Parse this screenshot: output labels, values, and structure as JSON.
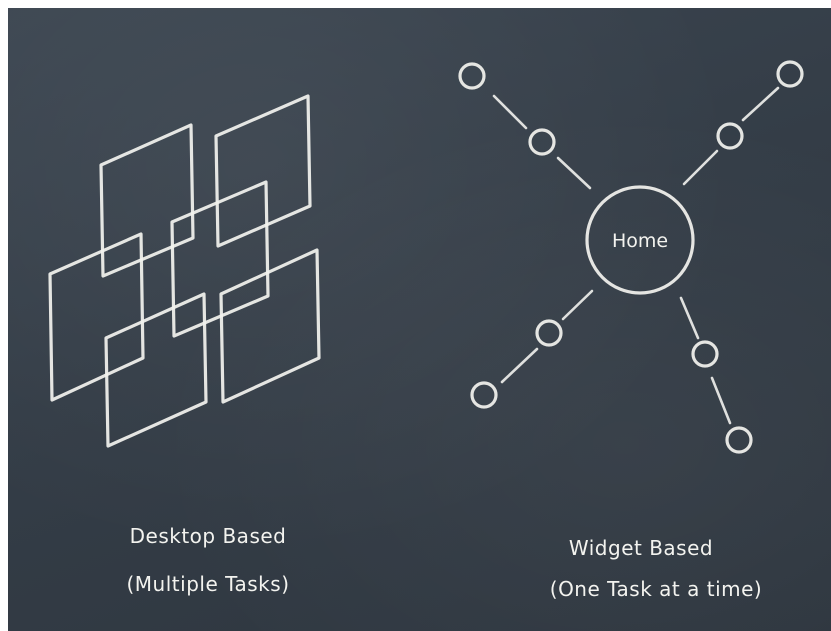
{
  "left_caption": {
    "line1": "Desktop Based",
    "line2": "(Multiple Tasks)"
  },
  "right_caption": {
    "line1": "Widget Based",
    "line2": "(One Task at a time)"
  },
  "hub_label": "Home"
}
